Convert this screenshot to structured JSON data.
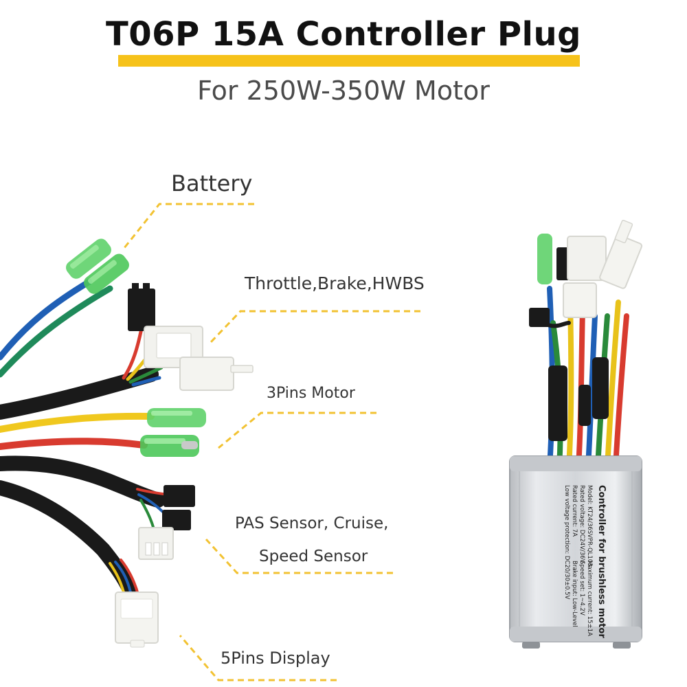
{
  "header": {
    "title": "T06P 15A Controller Plug",
    "subtitle": "For 250W-350W Motor"
  },
  "labels": {
    "battery": "Battery",
    "throttle": "Throttle,Brake,HWBS",
    "motor": "3Pins Motor",
    "pas_line1": "PAS Sensor, Cruise,",
    "pas_line2": "Speed Sensor",
    "display": "5Pins Display"
  },
  "controller": {
    "label_title": "Controller for brushless motor",
    "model": "Model: KT24/36SVPR-QL103",
    "rated_voltage": "Rated voltage: DC24V/36V",
    "rated_current": "Rated current: 7A",
    "low_voltage": "Low voltage protection: DC20/30±0.5V",
    "max_current": "Maximum current: 15±1A",
    "speed_set": "Speed set: 1~4.2V",
    "brake_input": "Brake input: Low-Level"
  },
  "colors": {
    "accent": "#f6c21a",
    "callout": "#f2c232",
    "title_text": "#111111",
    "subtitle_text": "#4a4a4a"
  }
}
